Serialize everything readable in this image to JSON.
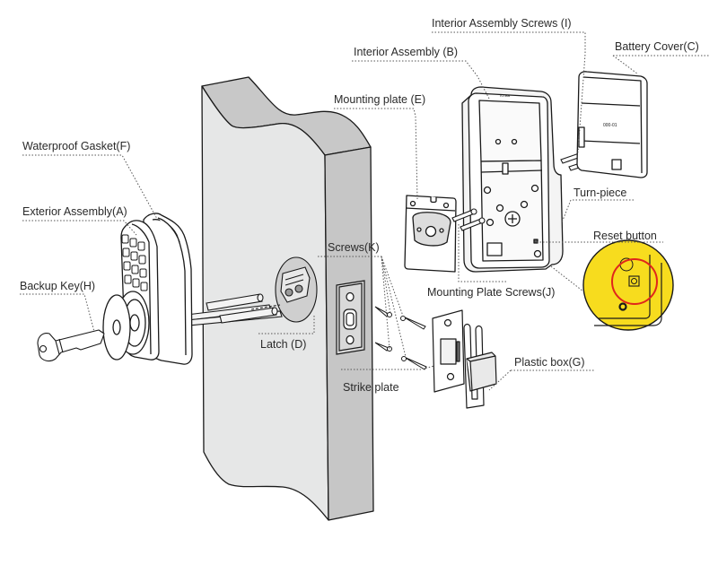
{
  "diagram": {
    "title": "Smart keypad deadbolt exploded installation view",
    "colors": {
      "door_face": "#e6e7e7",
      "door_edge": "#c6c6c6",
      "line": "#1a1a1a",
      "label_text": "#2a2a2a",
      "leader": "#555555",
      "callout_fill": "#f7dc1e",
      "callout_ring": "#e0261b"
    },
    "labels": {
      "interior_screws": "Interior Assembly Screws (I)",
      "interior_assembly": "Interior Assembly (B)",
      "battery_cover": "Battery Cover(C)",
      "mounting_plate": "Mounting plate (E)",
      "waterproof_gasket": "Waterproof Gasket(F)",
      "exterior_assembly": "Exterior Assembly(A)",
      "turn_piece": "Turn-piece",
      "reset_button": "Reset button",
      "backup_key": "Backup Key(H)",
      "screws_k": "Screws(K)",
      "mounting_plate_screws": "Mounting Plate Screws(J)",
      "latch": "Latch (D)",
      "plastic_box": "Plastic box(G)",
      "strike_plate": "Strike plate"
    }
  }
}
